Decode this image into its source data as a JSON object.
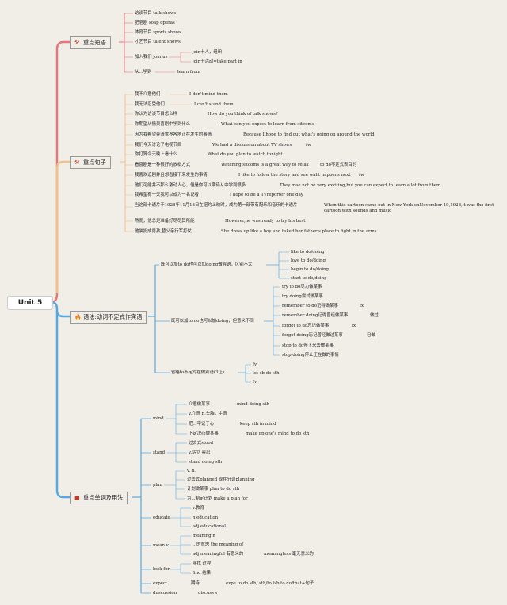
{
  "root": {
    "label": "Unit 5"
  },
  "branches": [
    {
      "id": "b1",
      "label": "重点短语",
      "icon": "tools-icon",
      "color": "#e8767a"
    },
    {
      "id": "b2",
      "label": "重点句子",
      "icon": "tools-icon",
      "color": "#f2c18a"
    },
    {
      "id": "b3",
      "label": "语法:动词不定式作宾语",
      "icon": "fire-icon",
      "color": "#55a8e0"
    },
    {
      "id": "b4",
      "label": "重点单词及用法",
      "icon": "flag-icon",
      "color": "#55a8e0"
    }
  ],
  "phrases": [
    "访谈节目 talk shows",
    "肥皂剧 soap operas",
    "体育节目 sports shows",
    "才艺节目 talent shows",
    "加入我们 join us",
    "join十人，组织",
    "join十活动=take part in",
    "从...学到",
    "learn from"
  ],
  "sentences": [
    [
      "我不介意他们",
      "I don't mind them"
    ],
    [
      "我无法忍受他们",
      "I can't stand them"
    ],
    [
      "你认为访谈节目怎么样",
      "How do you think of talk shows?"
    ],
    [
      "你期望从情景喜剧中学到什么",
      "What can you expect to learn from sitcoms"
    ],
    [
      "因为我希望弄清世界各地正在发生的事情",
      "Because I hope to find out what's going on around the world"
    ],
    [
      "我们今天讨论了电视节目",
      "We had a discussion about TV shows",
      "fw"
    ],
    [
      "你打算今天晚上看什么",
      "What do you plan to watch tonight"
    ],
    [
      "看喜剧是一种很好的放松方式",
      "Watching sitcoms is a great way to relax",
      "to do不定式表目的"
    ],
    [
      "我喜欢追剧并且想看接下来发生的事情",
      "I like to follow the story and see waht happens next",
      "fw"
    ],
    [
      "他们可能并不那么激动人心，但是你可以期待从中学到很多",
      "They mae not be very exciting,but you can expect to learn a lot from them"
    ],
    [
      "我希望有一天我可以成为一名记者",
      "I hope to be a TVreporter one day"
    ],
    [
      "当这部卡通片于1928年11月18日在纽约上映时，成为第一部带有配乐和音乐的卡通片",
      "When this cartoon came out in New York onNovember 19,1928,it was the first cartoon with sounds and music"
    ],
    [
      "然而，他总是准备好尽尽其所能",
      "However,he was ready to try his best"
    ],
    [
      "他装扮成男孩,替父亲行军打仗",
      "She dress up like a boy and taked her father's place to fight in the arms"
    ]
  ],
  "grammar": {
    "g1": "既可以加to do也可以加doing做宾语，区别不大",
    "g1_items": [
      "like to do/doing",
      "love to do/doing",
      "begin to do/doing",
      "start to do/doing"
    ],
    "g2": "既可以加to do也可以加doing，但意义不同",
    "g2_items": [
      [
        "try to do尽力做某事"
      ],
      [
        "try doing尝试做某事"
      ],
      [
        "remember to do记得做某事",
        "fx"
      ],
      [
        "remember doing记得曾经做某事",
        "做过"
      ],
      [
        "forget to do忘记做某事",
        "fx"
      ],
      [
        "forget doing忘记曾经做过某事",
        "已做"
      ],
      [
        "stop to do停下来去做某事"
      ],
      [
        "stop doing停止正在做的事情"
      ]
    ],
    "g3": "省略to不定时在做宾语(3让)",
    "g3_items": [
      "fv",
      "let sb do sth",
      "fv"
    ]
  },
  "words": {
    "mind": {
      "label": "mind",
      "items": [
        [
          "介意做某事",
          "mind doing sth"
        ],
        [
          "v.介意 n.头脑，主意"
        ],
        [
          "把...牢记于心",
          "keep sth in mind"
        ],
        [
          "下定决心做某事",
          "make up one's mind to do sth"
        ]
      ]
    },
    "stand": {
      "label": "stand",
      "items": [
        "过去式stood",
        "v.站立 容忍",
        "stand doing sth"
      ]
    },
    "plan": {
      "label": "plan",
      "items": [
        "v. n.",
        "过去式planned 现在分词planning",
        "计划做某事 plan to do sth",
        "为...制定计划 make a plan for"
      ]
    },
    "educate": {
      "label": "educate",
      "items": [
        "v.教育",
        "n.education",
        "adj educational"
      ]
    },
    "mean": {
      "label": "mean v",
      "items": [
        [
          "meaning n"
        ],
        [
          "...的意思 the meaning of"
        ],
        [
          "adj meaningful 有意义的",
          "meaningless 毫无意义的"
        ]
      ]
    },
    "look_for": {
      "label": "look for",
      "items": [
        "寻找 过程",
        "find 结果"
      ]
    },
    "expect": {
      "label": "expect",
      "items": [
        "期待",
        "expe to do sth/ sth/to /sb to do/that+句子"
      ]
    },
    "discussion": {
      "label": "duscussion",
      "items": [
        "discuss v"
      ]
    }
  }
}
